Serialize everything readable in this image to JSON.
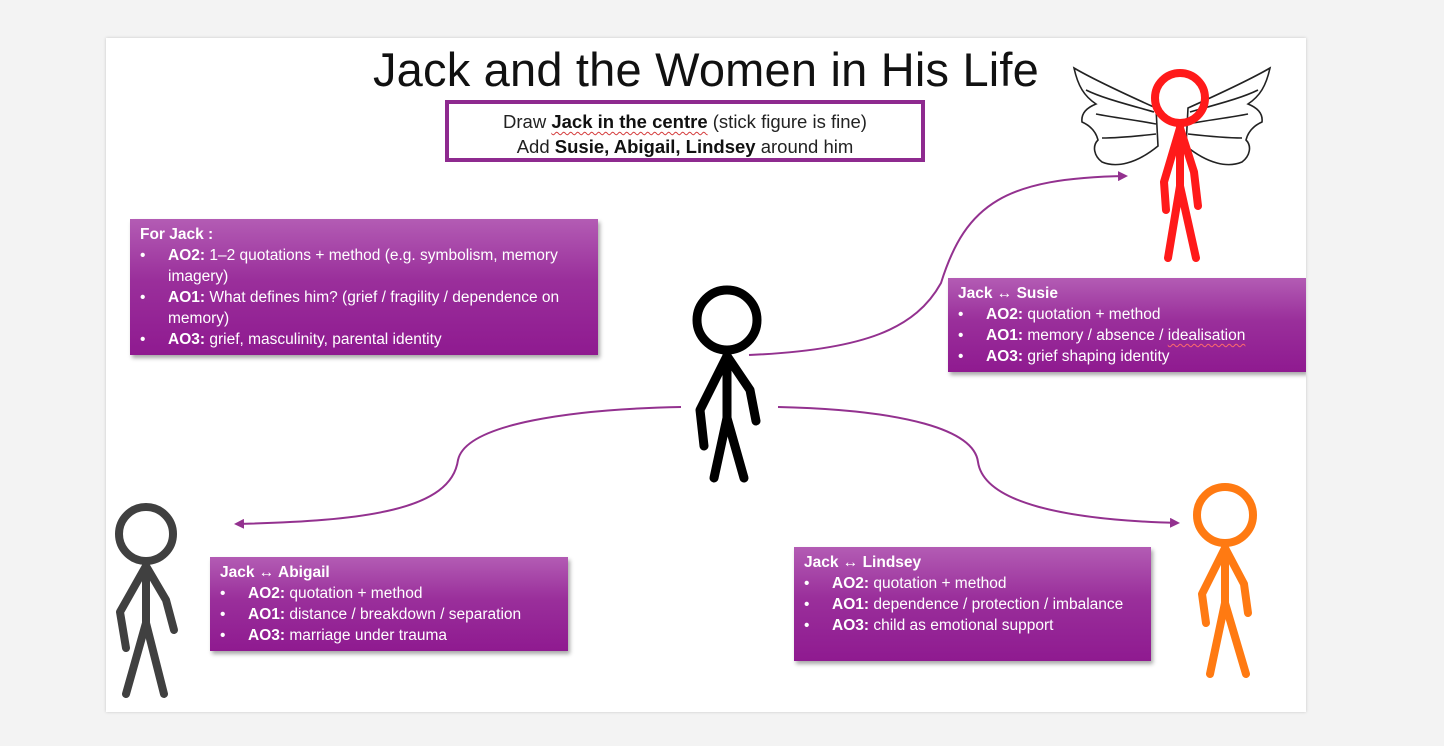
{
  "slide": {
    "title": "Jack and the Women in His Life",
    "instruction": {
      "line1_pre": "Draw ",
      "line1_bold": "Jack in the centre",
      "line1_post": " (stick figure is fine)",
      "line2_pre": "Add ",
      "line2_bold": "Susie, Abigail, Lindsey",
      "line2_post": " around him"
    },
    "cards": {
      "jack": {
        "heading": "For Jack :",
        "items": [
          {
            "label": "AO2:",
            "text": " 1–2 quotations + method (e.g. symbolism, memory imagery)"
          },
          {
            "label": "AO1:",
            "text": " What defines him? (grief / fragility / dependence on memory)"
          },
          {
            "label": "AO3:",
            "text": " grief, masculinity, parental identity"
          }
        ]
      },
      "susie": {
        "heading": "Jack ↔ Susie",
        "items": [
          {
            "label": "AO2:",
            "text": " quotation + method"
          },
          {
            "label": "AO1:",
            "text_a": " memory / absence / ",
            "text_b": "idealisation"
          },
          {
            "label": "AO3:",
            "text": " grief shaping identity"
          }
        ]
      },
      "abigail": {
        "heading": "Jack ↔ Abigail",
        "items": [
          {
            "label": "AO2:",
            "text": " quotation + method"
          },
          {
            "label": "AO1:",
            "text": " distance / breakdown / separation"
          },
          {
            "label": "AO3:",
            "text": " marriage under trauma"
          }
        ]
      },
      "lindsey": {
        "heading": "Jack ↔ Lindsey",
        "items": [
          {
            "label": "AO2:",
            "text": " quotation + method"
          },
          {
            "label": "AO1:",
            "text": " dependence / protection / imbalance"
          },
          {
            "label": "AO3:",
            "text": " child as emotional support"
          }
        ]
      }
    },
    "figures": [
      {
        "name": "jack",
        "color": "#000000"
      },
      {
        "name": "susie",
        "color": "#ff1a1a",
        "wings": true
      },
      {
        "name": "abigail",
        "color": "#404040"
      },
      {
        "name": "lindsey",
        "color": "#ff7a12"
      }
    ],
    "connector_color": "#93318f"
  }
}
